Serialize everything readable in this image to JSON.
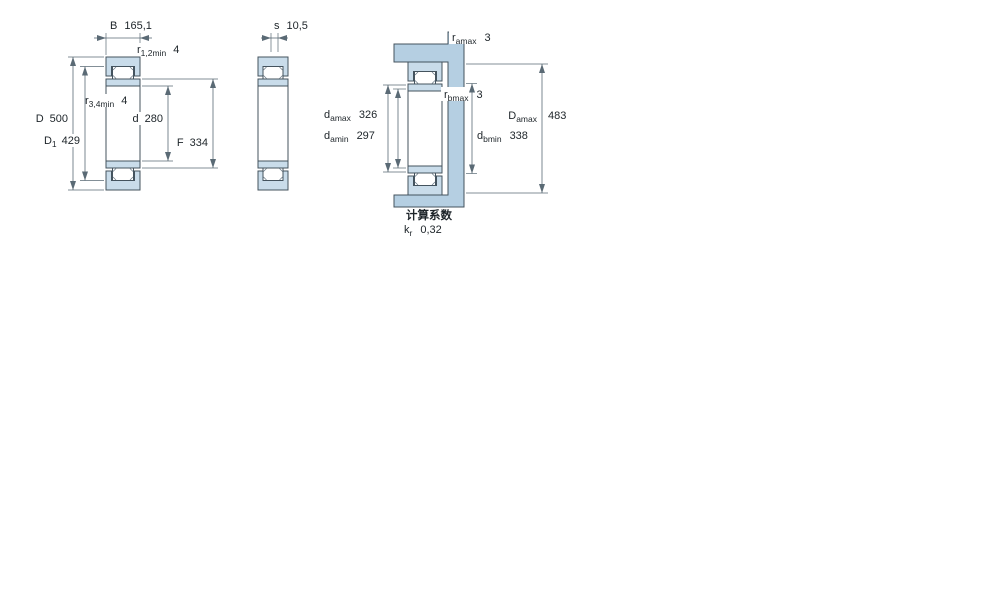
{
  "colors": {
    "ring_fill": "#c9dcea",
    "housing_fill": "#b5cfe2",
    "outline": "#44535e",
    "text": "#1d2429"
  },
  "left_view": {
    "B": {
      "label": "B",
      "value": "165,1"
    },
    "r12": {
      "label": "r",
      "sub": "1,2min",
      "value": "4"
    },
    "r34": {
      "label": "r",
      "sub": "3,4min",
      "value": "4"
    },
    "D": {
      "label": "D",
      "value": "500"
    },
    "D1": {
      "label": "D",
      "sub": "1",
      "value": "429"
    },
    "d": {
      "label": "d",
      "value": "280"
    },
    "F": {
      "label": "F",
      "value": "334"
    }
  },
  "middle_view": {
    "s": {
      "label": "s",
      "value": "10,5"
    }
  },
  "right_view": {
    "ramax": {
      "label": "r",
      "sub": "amax",
      "value": "3"
    },
    "rbmax": {
      "label": "r",
      "sub": "bmax",
      "value": "3"
    },
    "damax": {
      "label": "d",
      "sub": "amax",
      "value": "326"
    },
    "damin": {
      "label": "d",
      "sub": "amin",
      "value": "297"
    },
    "dbmin": {
      "label": "d",
      "sub": "bmin",
      "value": "338"
    },
    "Damax": {
      "label": "D",
      "sub": "amax",
      "value": "483"
    }
  },
  "calculation_factors": {
    "title": "计算系数",
    "kr": {
      "label": "k",
      "sub": "r",
      "value": "0,32"
    }
  }
}
